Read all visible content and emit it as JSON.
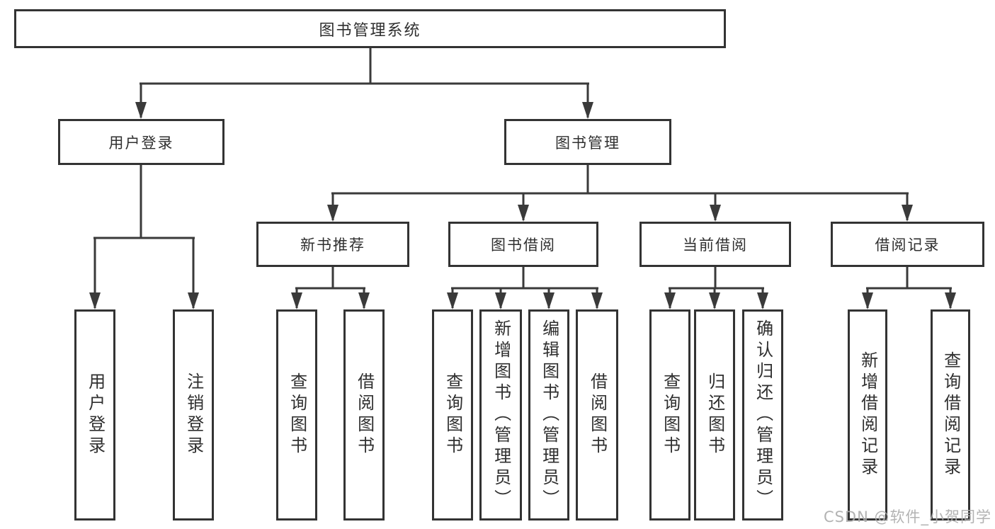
{
  "tree": {
    "root": {
      "label": "图书管理系统"
    },
    "branches": [
      {
        "label": "用户登录",
        "children": [
          {
            "label": "用户登录"
          },
          {
            "label": "注销登录"
          }
        ]
      },
      {
        "label": "图书管理",
        "children": [
          {
            "label": "新书推荐",
            "children": [
              {
                "label": "查询图书"
              },
              {
                "label": "借阅图书"
              }
            ]
          },
          {
            "label": "图书借阅",
            "children": [
              {
                "label": "查询图书"
              },
              {
                "label": "新增图书（管理员）"
              },
              {
                "label": "编辑图书（管理员）"
              },
              {
                "label": "借阅图书"
              }
            ]
          },
          {
            "label": "当前借阅",
            "children": [
              {
                "label": "查询图书"
              },
              {
                "label": "归还图书"
              },
              {
                "label": "确认归还（管理员）"
              }
            ]
          },
          {
            "label": "借阅记录",
            "children": [
              {
                "label": "新增借阅记录"
              },
              {
                "label": "查询借阅记录"
              }
            ]
          }
        ]
      }
    ]
  },
  "watermark": "CSDN @软件_小贺同学",
  "colors": {
    "line": "#3a3a3a",
    "border": "#333333",
    "text": "#2f2f2f",
    "background": "#ffffff",
    "watermark": "#acacac"
  }
}
